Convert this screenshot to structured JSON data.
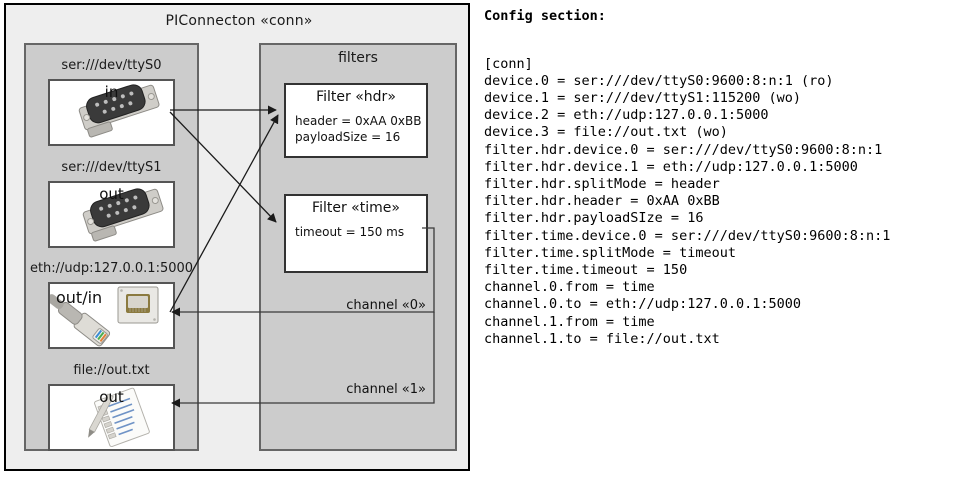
{
  "diagram": {
    "title": "PIConnecton «conn»",
    "devices_group": {
      "name": "devices-group"
    },
    "filters_group": {
      "title": "filters"
    },
    "devices": [
      {
        "label": "ser:///dev/ttyS0",
        "direction": "in",
        "icon": "serial-connector-icon"
      },
      {
        "label": "ser:///dev/ttyS1",
        "direction": "out",
        "icon": "serial-connector-icon"
      },
      {
        "label": "eth://udp:127.0.0.1:5000",
        "direction": "out/in",
        "icon": "ethernet-socket-icon"
      },
      {
        "label": "file://out.txt",
        "direction": "out",
        "icon": "notepad-pencil-icon"
      }
    ],
    "filters": [
      {
        "title": "Filter «hdr»",
        "props": [
          "header = 0xAA 0xBB",
          "payloadSize = 16"
        ]
      },
      {
        "title": "Filter «time»",
        "props": [
          "timeout = 150 ms"
        ]
      }
    ],
    "channels": [
      {
        "label": "channel «0»"
      },
      {
        "label": "channel «1»"
      }
    ]
  },
  "config": {
    "heading": "Config section:",
    "lines": "[conn]\ndevice.0 = ser:///dev/ttyS0:9600:8:n:1 (ro)\ndevice.1 = ser:///dev/ttyS1:115200 (wo)\ndevice.2 = eth://udp:127.0.0.1:5000\ndevice.3 = file://out.txt (wo)\nfilter.hdr.device.0 = ser:///dev/ttyS0:9600:8:n:1\nfilter.hdr.device.1 = eth://udp:127.0.0.1:5000\nfilter.hdr.splitMode = header\nfilter.hdr.header = 0xAA 0xBB\nfilter.hdr.payloadSIze = 16\nfilter.time.device.0 = ser:///dev/ttyS0:9600:8:n:1\nfilter.time.splitMode = timeout\nfilter.time.timeout = 150\nchannel.0.from = time\nchannel.0.to = eth://udp:127.0.0.1:5000\nchannel.1.from = time\nchannel.1.to = file://out.txt"
  },
  "colors": {
    "frame_bg": "#eeeeee",
    "group_bg": "#cccccc",
    "card_bg": "#ffffff",
    "line": "#333333"
  }
}
